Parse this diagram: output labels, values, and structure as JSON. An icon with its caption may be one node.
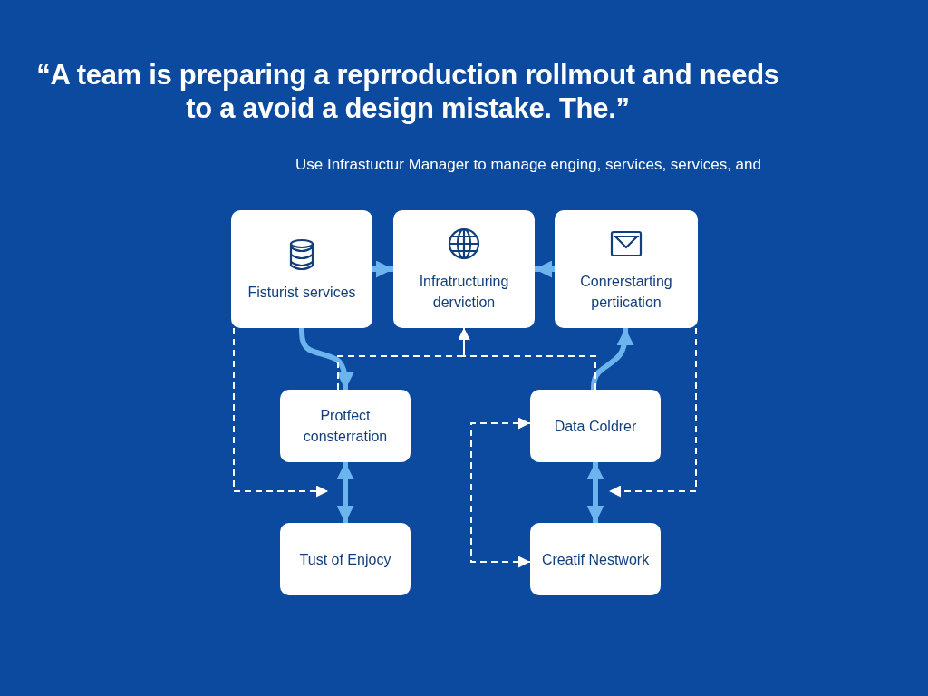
{
  "diagram": {
    "title": "“A team is preparing a reprroduction rollmout and needs to a avoid a design mistake. The.”",
    "nodes": [
      {
        "text": [
          "Fisturist services"
        ]
      },
      {
        "text": [
          "Infratructuring derviction"
        ]
      },
      {
        "text": [
          "Conrerstarting pertiication"
        ]
      },
      {
        "text": [
          "Protfect consterration"
        ]
      },
      {
        "text": [
          "Data Coldrer"
        ]
      },
      {
        "text": [
          "Tust of Enjocy"
        ]
      },
      {
        "text": [
          "Creatif Nestwork"
        ]
      }
    ],
    "edges": [
      {
        "from": 0,
        "to": 1,
        "arrow": "to"
      },
      {
        "from": 2,
        "to": 1,
        "arrow": "to"
      },
      {
        "from": 0,
        "to": 3,
        "arrow": "to"
      },
      {
        "from": 4,
        "to": 2,
        "arrow": "to"
      },
      {
        "from": 3,
        "to": 5,
        "arrow": "both"
      },
      {
        "from": 4,
        "to": 6,
        "arrow": "both"
      },
      {
        "from": 3,
        "to": 1,
        "arrow": "to",
        "style": "dashed",
        "color": "#ffffff"
      },
      {
        "from": 4,
        "to": 1,
        "arrow": "to",
        "style": "dashed",
        "color": "#ffffff"
      },
      {
        "from": 0,
        "to": null,
        "arrow": "to",
        "style": "dashed",
        "color": "#ffffff"
      },
      {
        "from": 2,
        "to": null,
        "arrow": "to",
        "style": "dashed",
        "color": "#ffffff"
      },
      {
        "from": 4,
        "to": 6,
        "arrow": "both",
        "style": "dashed",
        "color": "#ffffff"
      }
    ],
    "labels": [
      "Use Infrastuctur Manager to manage enging, services, services, and"
    ]
  }
}
